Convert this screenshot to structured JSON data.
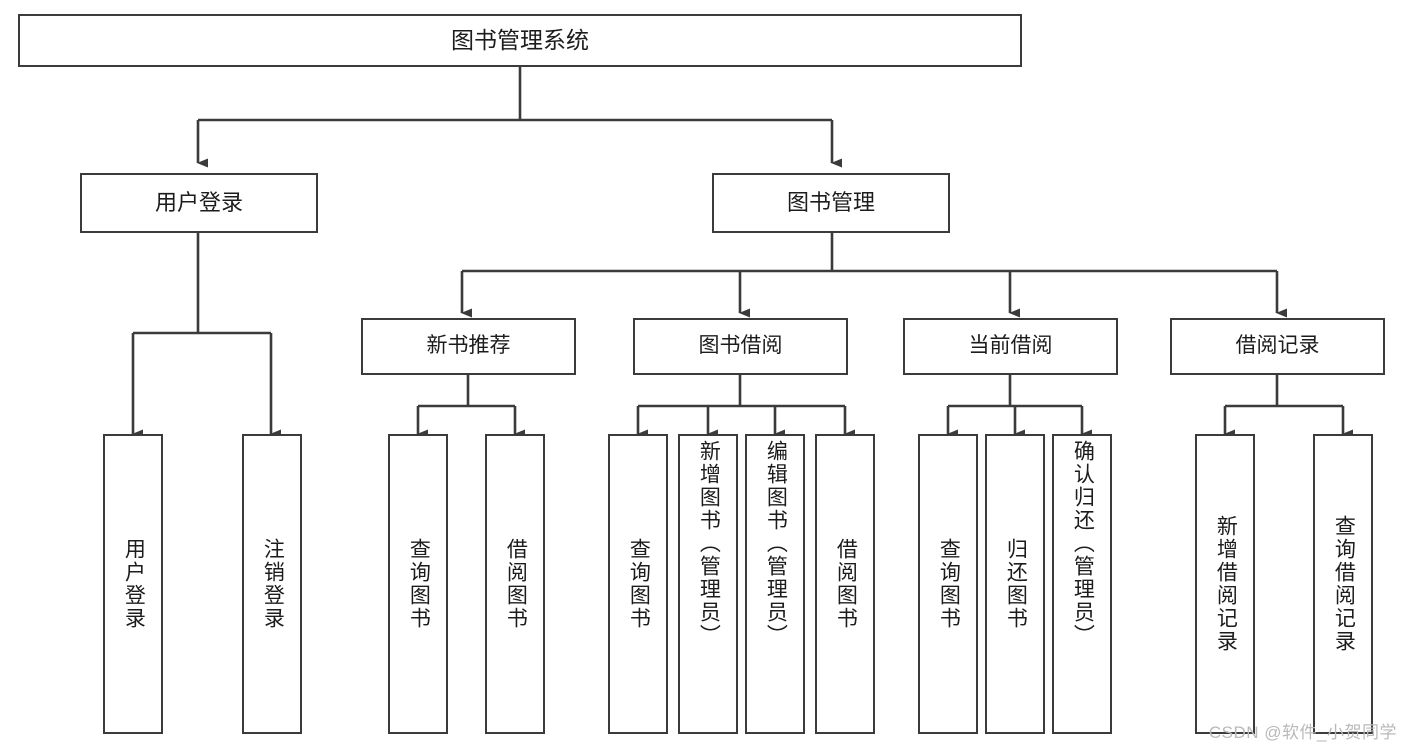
{
  "diagram": {
    "type": "tree-hierarchy-chart",
    "title": "图书管理系统",
    "line_color": "#3b3b3b",
    "box_fill": "#ffffff",
    "text_color": "#1c1c1c",
    "watermark": "CSDN @软件_小贺同学",
    "watermark_color": "#b9b9b9"
  },
  "nodes": {
    "root": {
      "label": "图书管理系统",
      "level": 1
    },
    "level2": [
      {
        "id": "user-login",
        "label": "用户登录"
      },
      {
        "id": "book-management",
        "label": "图书管理"
      }
    ],
    "level3": [
      {
        "id": "new-book-recommend",
        "label": "新书推荐"
      },
      {
        "id": "book-borrow",
        "label": "图书借阅"
      },
      {
        "id": "current-borrow",
        "label": "当前借阅"
      },
      {
        "id": "borrow-record",
        "label": "借阅记录"
      }
    ],
    "leaves": [
      {
        "id": "leaf-user-login",
        "label": "用户登录",
        "parent": "user-login"
      },
      {
        "id": "leaf-logout",
        "label": "注销登录",
        "parent": "user-login"
      },
      {
        "id": "leaf-query-book-1",
        "label": "查询图书",
        "parent": "new-book-recommend"
      },
      {
        "id": "leaf-borrow-book-1",
        "label": "借阅图书",
        "parent": "new-book-recommend"
      },
      {
        "id": "leaf-query-book-2",
        "label": "查询图书",
        "parent": "book-borrow"
      },
      {
        "id": "leaf-add-book",
        "label": "新增图书（管理员）",
        "parent": "book-borrow"
      },
      {
        "id": "leaf-edit-book",
        "label": "编辑图书（管理员）",
        "parent": "book-borrow"
      },
      {
        "id": "leaf-borrow-book-2",
        "label": "借阅图书",
        "parent": "book-borrow"
      },
      {
        "id": "leaf-query-book-3",
        "label": "查询图书",
        "parent": "current-borrow"
      },
      {
        "id": "leaf-return-book",
        "label": "归还图书",
        "parent": "current-borrow"
      },
      {
        "id": "leaf-confirm-return",
        "label": "确认归还（管理员）",
        "parent": "current-borrow"
      },
      {
        "id": "leaf-add-record",
        "label": "新增借阅记录",
        "parent": "borrow-record"
      },
      {
        "id": "leaf-query-record",
        "label": "查询借阅记录",
        "parent": "borrow-record"
      }
    ]
  }
}
